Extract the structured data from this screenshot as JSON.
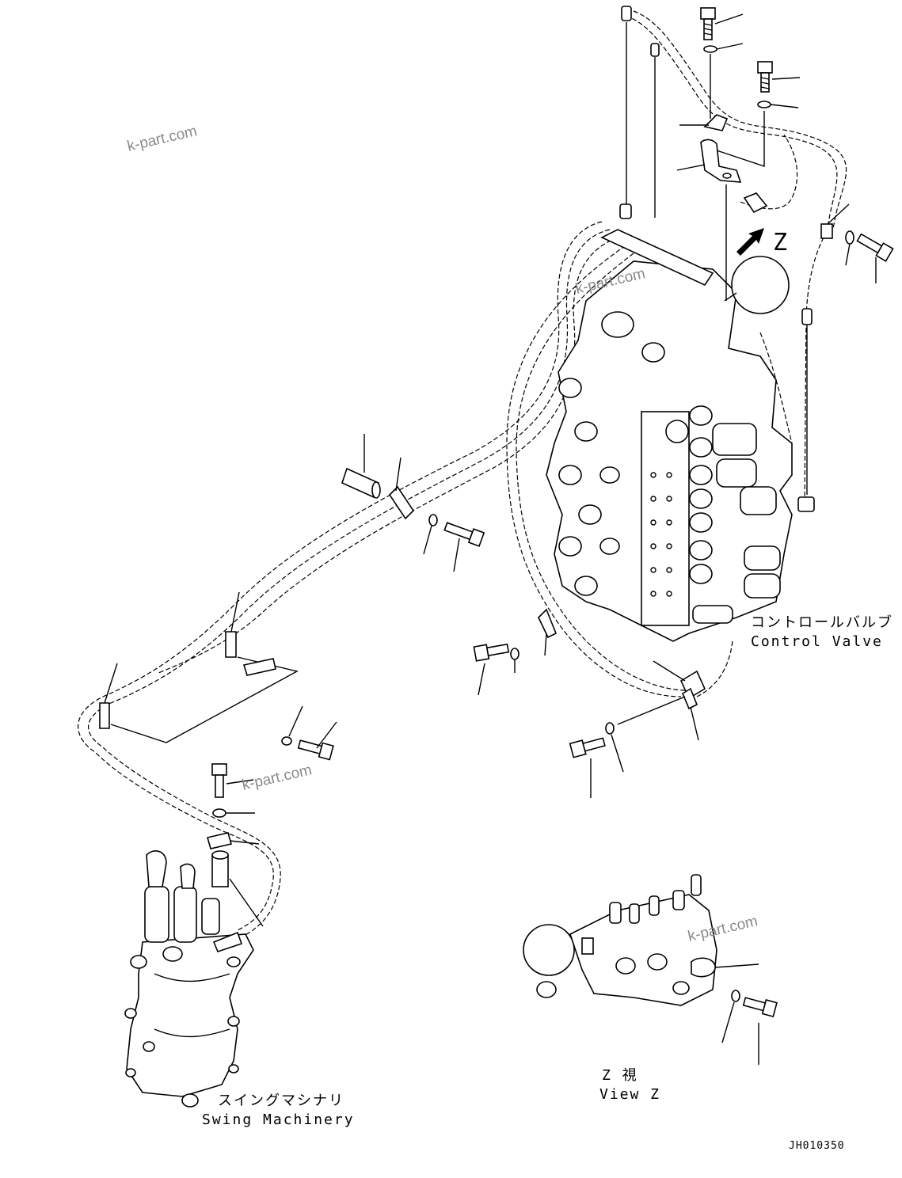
{
  "watermarks": [
    "k-part.com",
    "k-part.com",
    "k-part.com",
    "k-part.com"
  ],
  "control_valve": {
    "label_jp": "コントロールバルブ",
    "label_en": "Control Valve"
  },
  "view_marker": {
    "letter": "Z"
  },
  "swing_machinery": {
    "label_jp": "スイングマシナリ",
    "label_en": "Swing Machinery"
  },
  "view_z": {
    "label_jp": "Z 視",
    "label_en": "View Z"
  },
  "drawing_id": "JH010350"
}
